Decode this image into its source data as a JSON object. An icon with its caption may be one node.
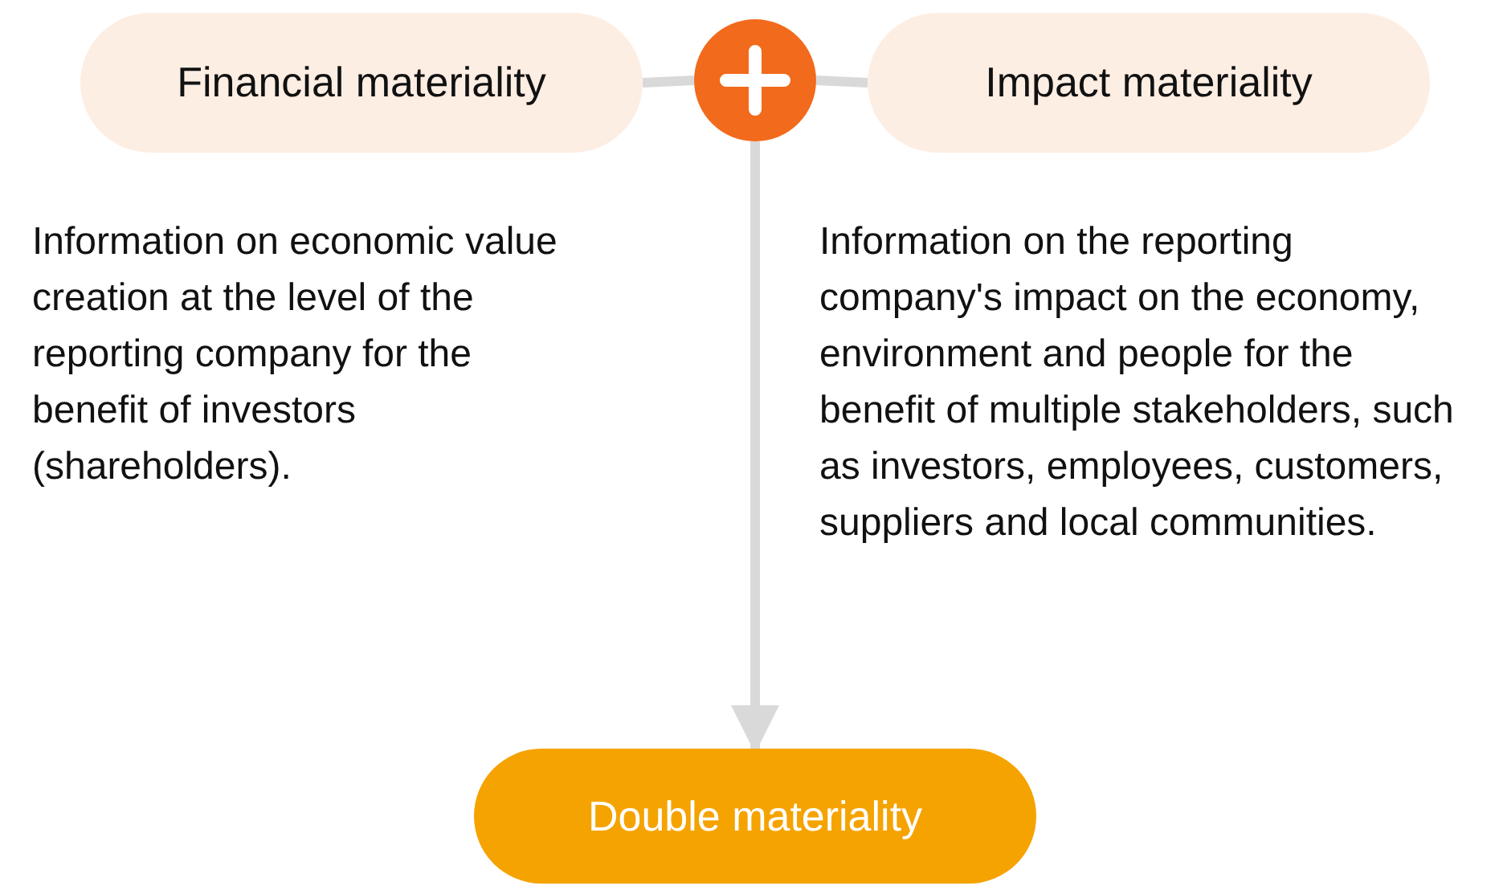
{
  "diagram": {
    "nodes": [
      {
        "text": [
          "Financial materiality"
        ]
      },
      {
        "text": [],
        "shape": "circle"
      },
      {
        "text": [
          "Impact materiality"
        ]
      },
      {
        "text": [
          "Double materiality"
        ]
      }
    ],
    "edges": [
      {
        "from": 0,
        "to": 1,
        "arrow": "none"
      },
      {
        "from": 1,
        "to": 2,
        "arrow": "none"
      },
      {
        "from": 1,
        "to": 3,
        "arrow": "to"
      }
    ],
    "labels": [
      "Information on economic value creation at the level of the reporting company for the benefit of investors (shareholders).",
      "Information on the reporting company's impact on the economy, environment and people for the benefit of multiple stakeholders, such as investors, employees, customers, suppliers and local communities."
    ]
  }
}
